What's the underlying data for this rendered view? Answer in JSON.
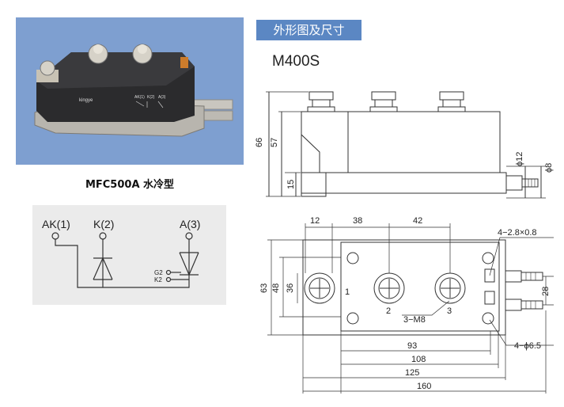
{
  "photo": {
    "brand": "kingye",
    "terminal_labels": [
      "AK(1)",
      "K(2)",
      "A(3)"
    ]
  },
  "caption": "MFC500A 水冷型",
  "schematic": {
    "labels": {
      "ak": "AK(1)",
      "k": "K(2)",
      "a": "A(3)",
      "g2": "G2",
      "k2": "K2"
    }
  },
  "section_title": "外形图及尺寸",
  "model": "M400S",
  "dims": {
    "side": {
      "h66": "66",
      "h57": "57",
      "h15": "15",
      "phi12": "ϕ12",
      "phi8": "ϕ8"
    },
    "top": {
      "d12": "12",
      "d38": "38",
      "d42": "42",
      "d63": "63",
      "d48": "48",
      "d36": "36",
      "d28": "28",
      "d93": "93",
      "d108": "108",
      "d125": "125",
      "d160": "160",
      "slots": "4−2.8×0.8",
      "holes": "4−ϕ6.5",
      "m8": "3−M8",
      "t1": "1",
      "t2": "2",
      "t3": "3"
    }
  },
  "colors": {
    "photo_bg": "#7e9fd0",
    "banner_bg": "#5b87c3",
    "schematic_bg": "#ebebeb",
    "line": "#333333"
  }
}
